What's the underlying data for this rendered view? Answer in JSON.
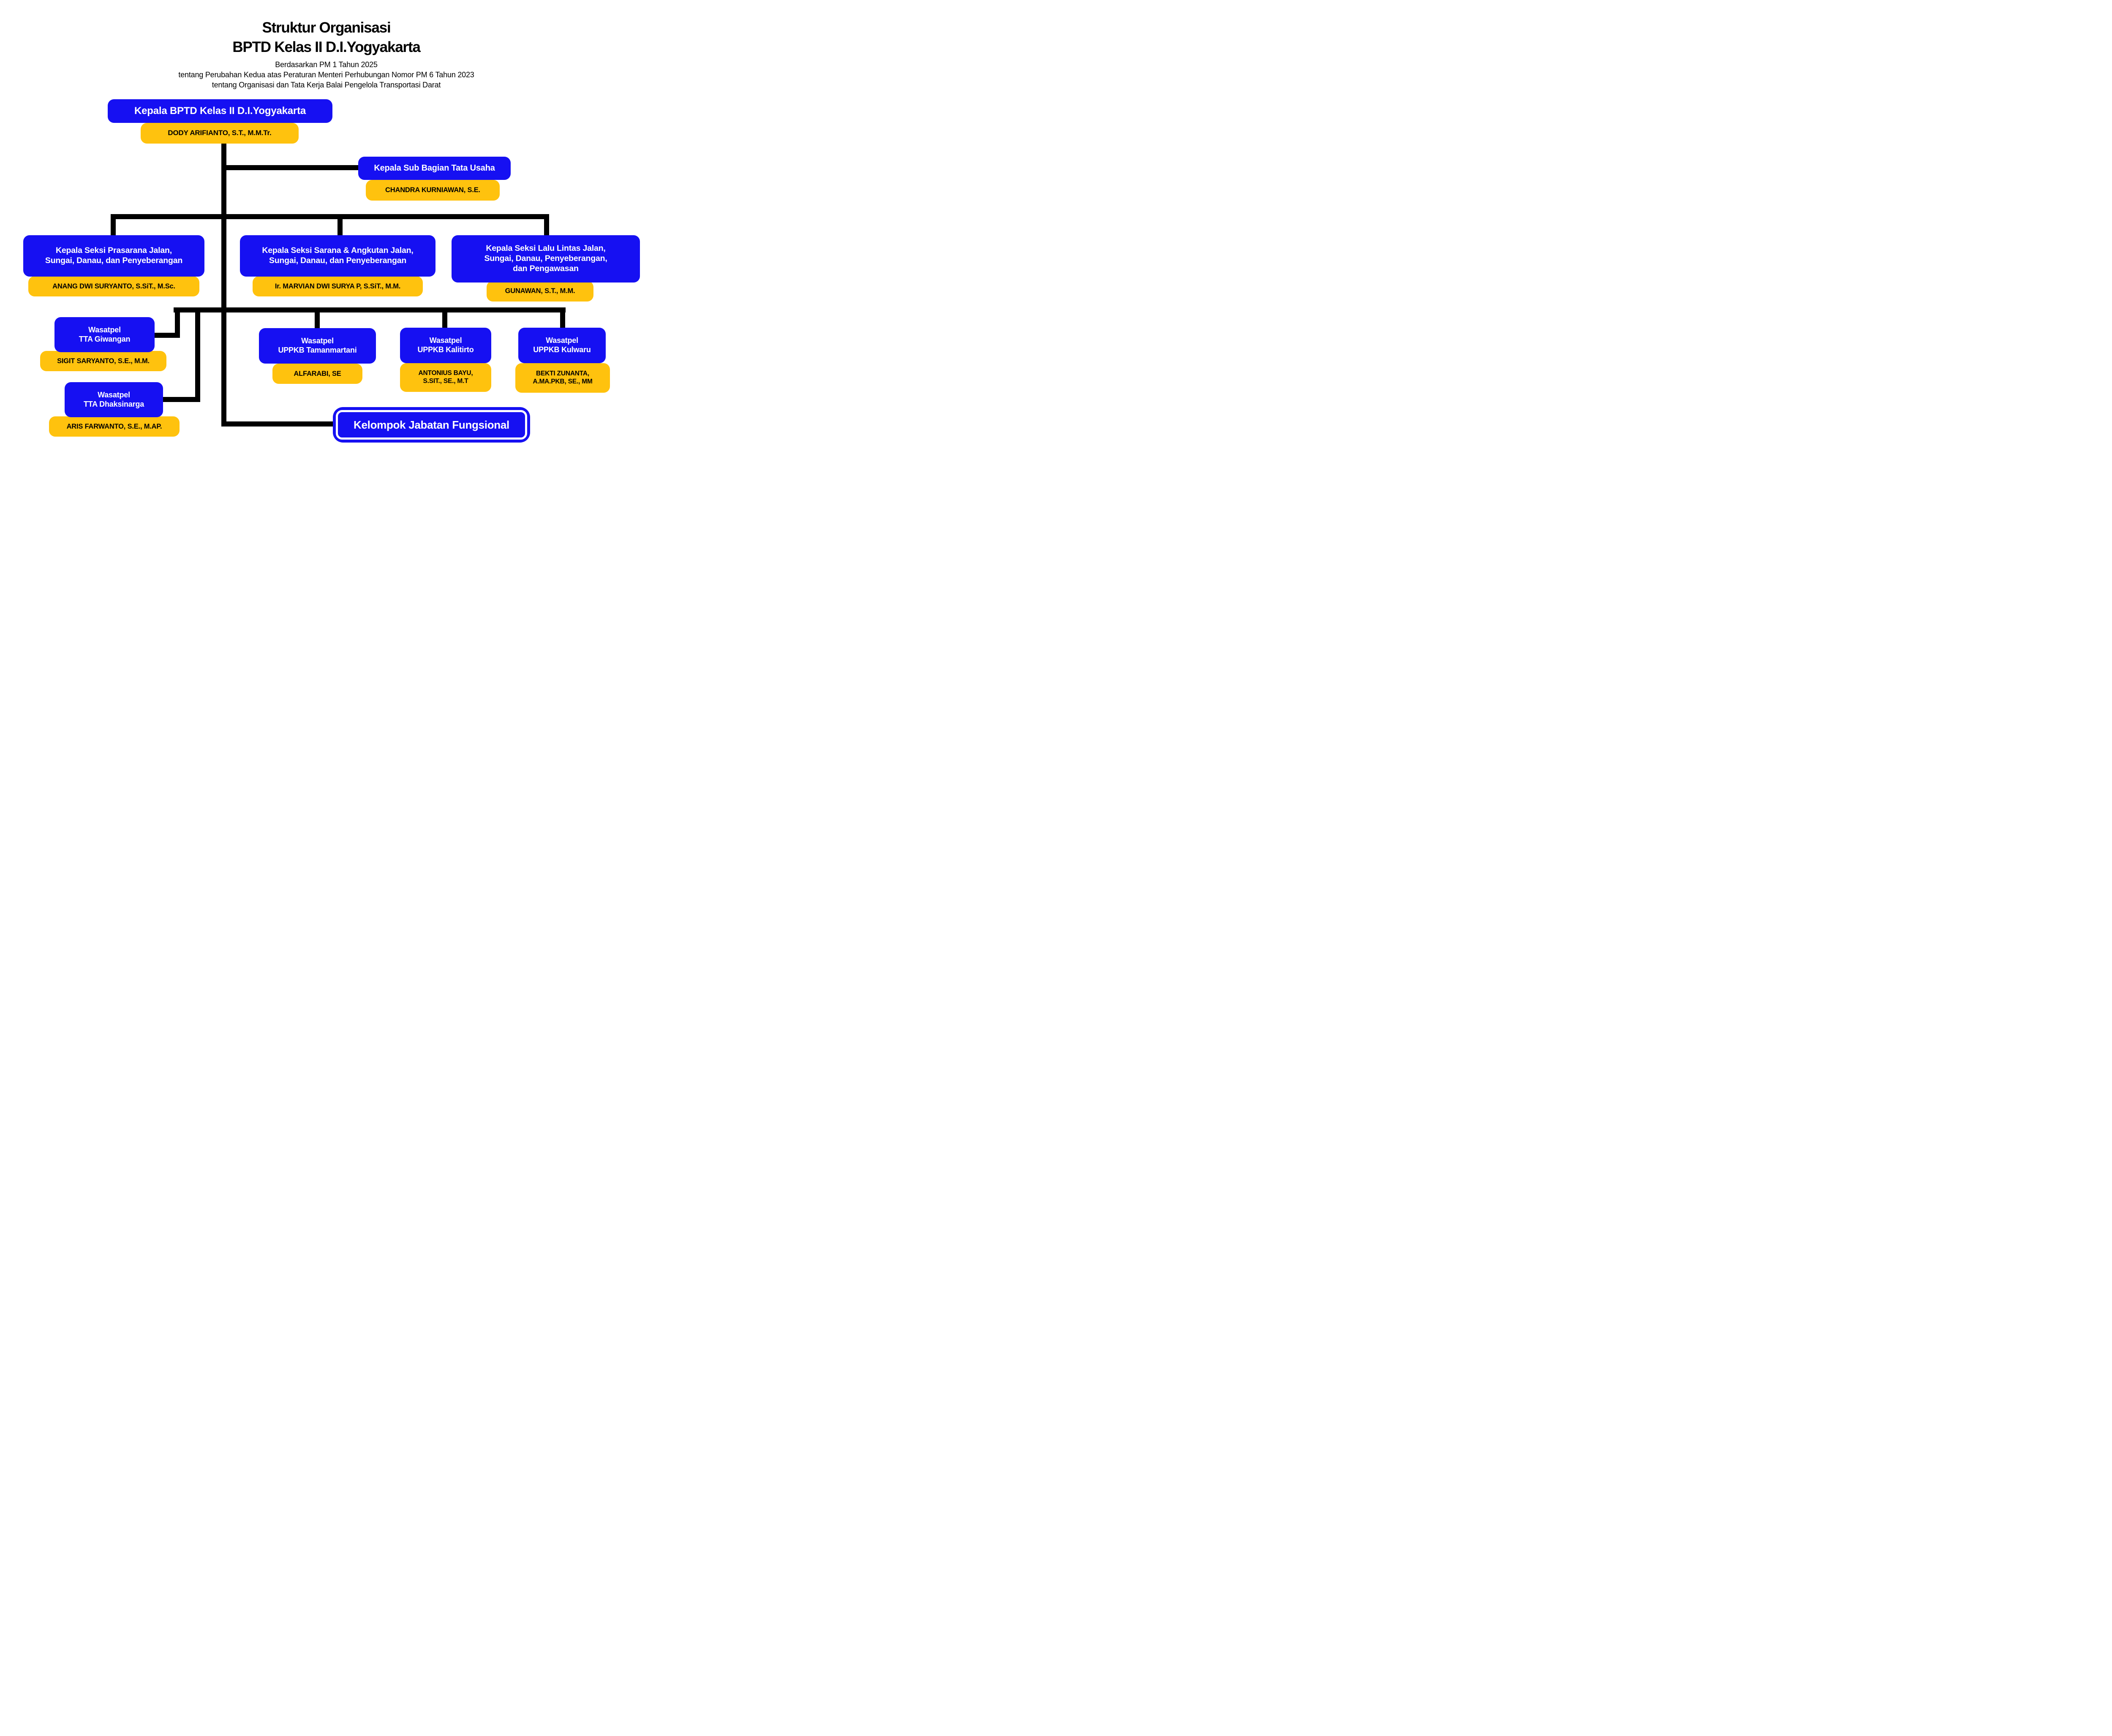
{
  "header": {
    "title_line1": "Struktur Organisasi",
    "title_line2": "BPTD Kelas II D.I.Yogyakarta",
    "subtitle_line1": "Berdasarkan PM 1 Tahun 2025",
    "subtitle_line2": "tentang Perubahan Kedua atas Peraturan Menteri Perhubungan Nomor PM 6 Tahun 2023",
    "subtitle_line3": "tentang Organisasi dan Tata Kerja Balai Pengelola Transportasi Darat"
  },
  "colors": {
    "box_blue": "#1610F2",
    "box_yellow": "#FFC20E",
    "connector_black": "#000000",
    "text_white": "#FFFFFF",
    "text_black": "#000000"
  },
  "chart": {
    "kepala": {
      "title": "Kepala BPTD Kelas II D.I.Yogyakarta",
      "name": "DODY ARIFIANTO, S.T., M.M.Tr."
    },
    "tata_usaha": {
      "title": "Kepala Sub Bagian Tata Usaha",
      "name": "CHANDRA KURNIAWAN, S.E."
    },
    "seksi": [
      {
        "lines": [
          "Kepala Seksi Prasarana Jalan,",
          "Sungai, Danau, dan Penyeberangan"
        ],
        "name": "ANANG DWI SURYANTO, S.SiT., M.Sc."
      },
      {
        "lines": [
          "Kepala Seksi Sarana & Angkutan Jalan,",
          "Sungai, Danau, dan Penyeberangan"
        ],
        "name": "Ir. MARVIAN DWI SURYA P, S.SiT., M.M."
      },
      {
        "lines": [
          "Kepala Seksi Lalu Lintas Jalan,",
          "Sungai, Danau, Penyeberangan,",
          "dan Pengawasan"
        ],
        "name": "GUNAWAN, S.T., M.M."
      }
    ],
    "wasatpel": [
      {
        "lines": [
          "Wasatpel",
          "TTA Giwangan"
        ],
        "name_lines": [
          "SIGIT SARYANTO, S.E., M.M."
        ]
      },
      {
        "lines": [
          "Wasatpel",
          "TTA Dhaksinarga"
        ],
        "name_lines": [
          "ARIS FARWANTO, S.E., M.AP."
        ]
      },
      {
        "lines": [
          "Wasatpel",
          "UPPKB Tamanmartani"
        ],
        "name_lines": [
          "ALFARABI, SE"
        ]
      },
      {
        "lines": [
          "Wasatpel",
          "UPPKB Kalitirto"
        ],
        "name_lines": [
          "ANTONIUS BAYU,",
          "S.SIT., SE., M.T"
        ]
      },
      {
        "lines": [
          "Wasatpel",
          "UPPKB Kulwaru"
        ],
        "name_lines": [
          "BEKTI ZUNANTA,",
          "A.MA.PKB, SE., MM"
        ]
      }
    ],
    "fungsional": {
      "title": "Kelompok Jabatan Fungsional"
    }
  }
}
